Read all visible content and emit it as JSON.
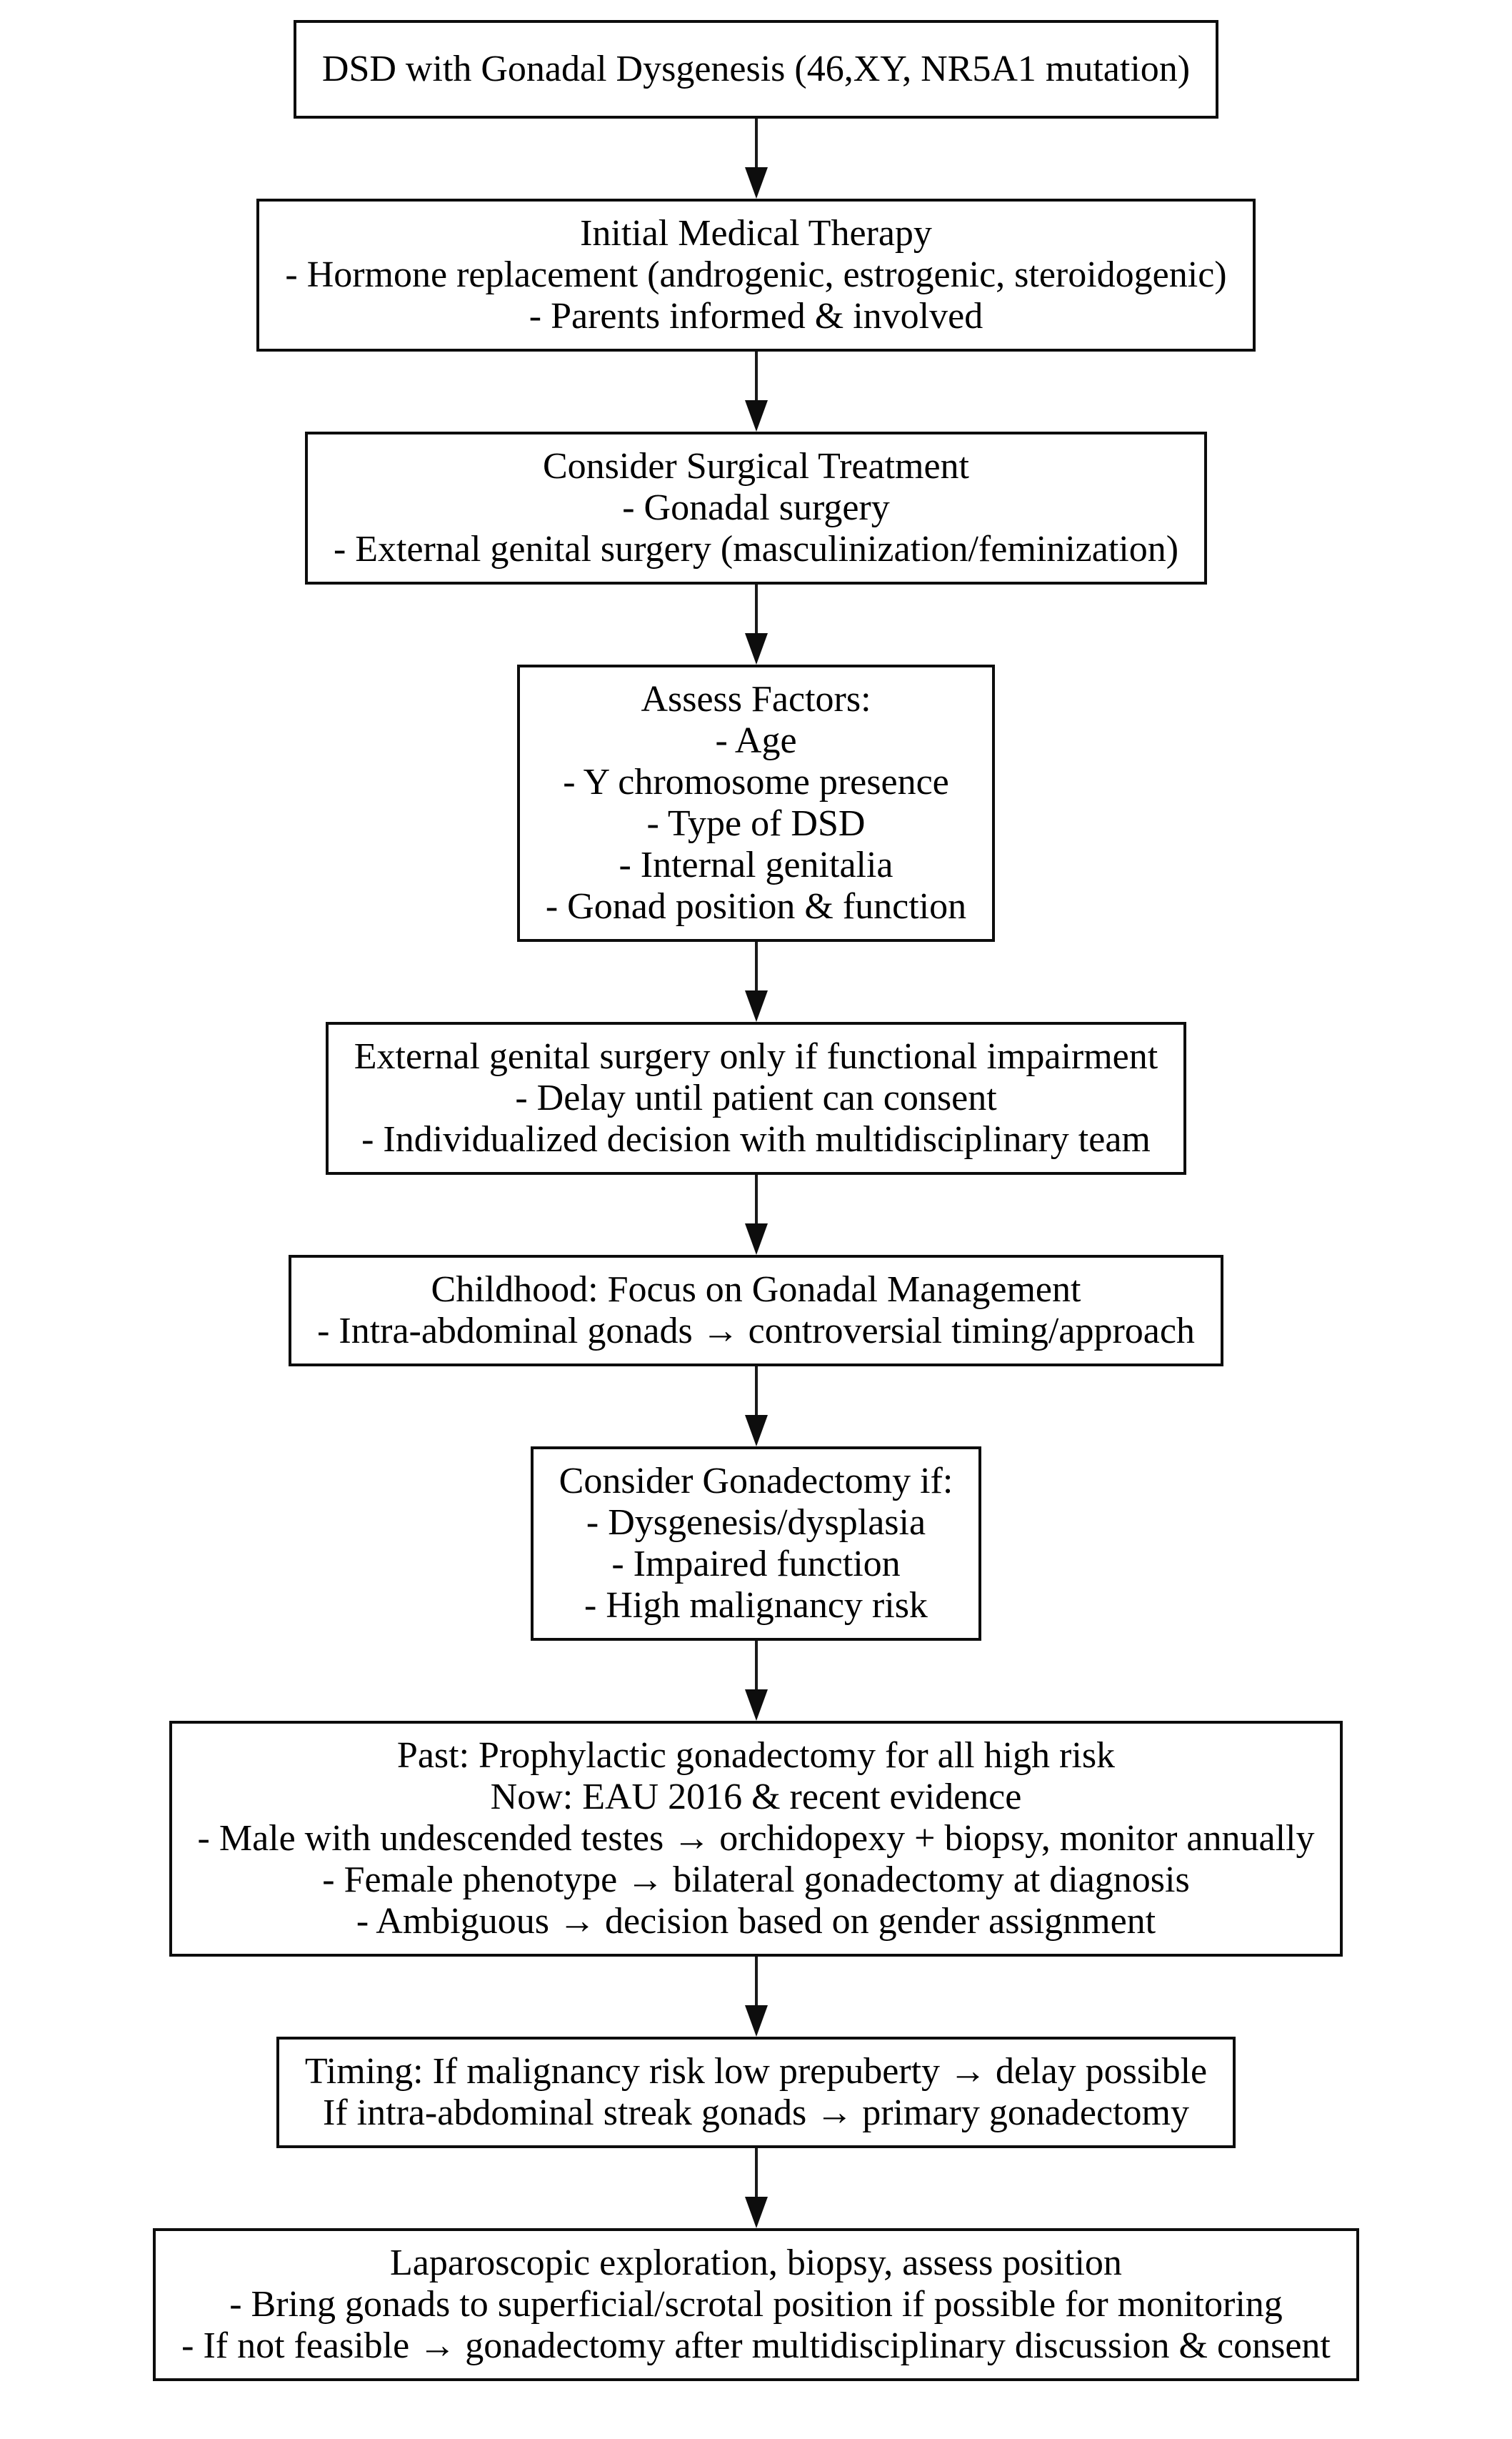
{
  "flowchart": {
    "colors": {
      "node_border": "#0d0d0d",
      "node_fill": "#ffffff",
      "text": "#000000",
      "arrow": "#1a1a1a",
      "canvas_background": "#ffffff"
    },
    "nodes": [
      {
        "id": "diagnosis",
        "lines": [
          "DSD with Gonadal Dysgenesis (46,XY, NR5A1 mutation)"
        ]
      },
      {
        "id": "initial-medical-therapy",
        "lines": [
          "Initial Medical Therapy",
          "- Hormone replacement (androgenic, estrogenic, steroidogenic)",
          "- Parents informed & involved"
        ]
      },
      {
        "id": "consider-surgical-treatment",
        "lines": [
          "Consider Surgical Treatment",
          "- Gonadal surgery",
          "- External genital surgery (masculinization/feminization)"
        ]
      },
      {
        "id": "assess-factors",
        "lines": [
          "Assess Factors:",
          "- Age",
          "- Y chromosome presence",
          "- Type of DSD",
          "- Internal genitalia",
          "- Gonad position & function"
        ]
      },
      {
        "id": "external-genital-surgery",
        "lines": [
          "External genital surgery only if functional impairment",
          "- Delay until patient can consent",
          "- Individualized decision with multidisciplinary team"
        ]
      },
      {
        "id": "childhood-gonadal-management",
        "lines": [
          "Childhood: Focus on Gonadal Management",
          "- Intra-abdominal gonads → controversial timing/approach"
        ]
      },
      {
        "id": "consider-gonadectomy",
        "lines": [
          "Consider Gonadectomy if:",
          "- Dysgenesis/dysplasia",
          "- Impaired function",
          "- High malignancy risk"
        ]
      },
      {
        "id": "past-vs-now-evidence",
        "lines": [
          "Past: Prophylactic gonadectomy for all high risk",
          "Now: EAU 2016 & recent evidence",
          "- Male with undescended testes → orchidopexy + biopsy, monitor annually",
          "- Female phenotype → bilateral gonadectomy at diagnosis",
          "- Ambiguous → decision based on gender assignment"
        ]
      },
      {
        "id": "timing",
        "lines": [
          "Timing: If malignancy risk low prepuberty → delay possible",
          "If intra-abdominal streak gonads → primary gonadectomy"
        ]
      },
      {
        "id": "laparoscopic-management",
        "lines": [
          "Laparoscopic exploration, biopsy, assess position",
          "- Bring gonads to superficial/scrotal position if possible for monitoring",
          "- If not feasible → gonadectomy after multidisciplinary discussion & consent"
        ]
      }
    ]
  }
}
